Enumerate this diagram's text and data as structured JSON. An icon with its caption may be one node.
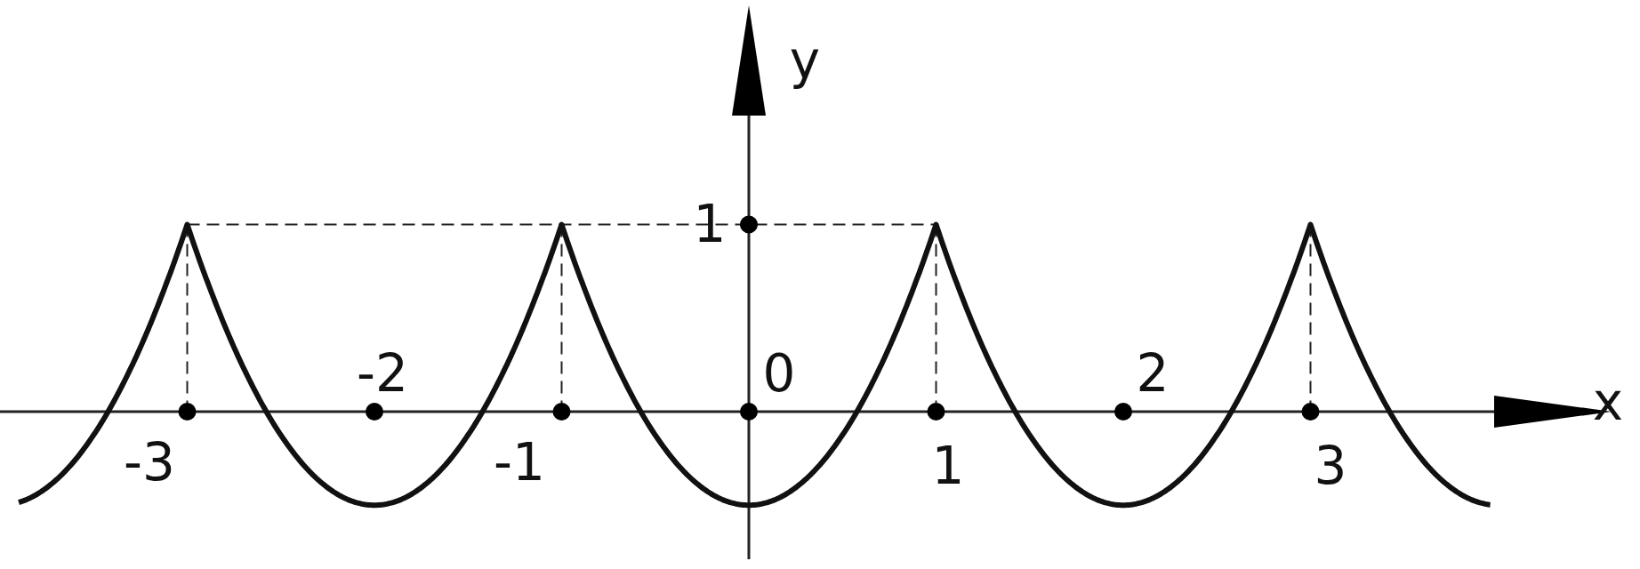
{
  "diagram": {
    "labels": [
      "y",
      "1",
      "-2",
      "0",
      "2",
      "x",
      "-3",
      "-1",
      "1",
      "3"
    ]
  }
}
